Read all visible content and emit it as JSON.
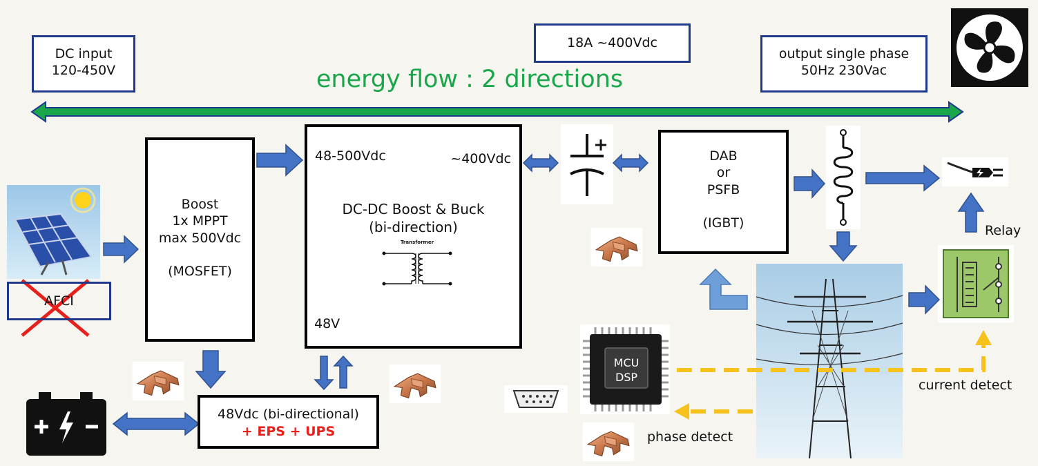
{
  "header": {
    "dc_input": "DC input\n120-450V",
    "bus_rating": "18A  ~400Vdc",
    "output": "output single phase\n50Hz 230Vac",
    "energy_flow": "energy flow : 2 directions"
  },
  "blocks": {
    "afci": "AFCI",
    "boost": "Boost\n1x MPPT\nmax 500Vdc\n\n(MOSFET)",
    "dcdc_in": "48-500Vdc",
    "dcdc_out": "~400Vdc",
    "dcdc_title": "DC-DC Boost & Buck\n(bi-direction)",
    "transformer": "Transformer",
    "dcdc_48v": "48V",
    "battery_bus_line1": "48Vdc (bi-directional)",
    "battery_bus_line2": "+ EPS + UPS",
    "inverter": "DAB\nor\nPSFB\n\n(IGBT)",
    "relay": "Relay",
    "mcu": "MCU\nDSP",
    "current_detect": "current detect",
    "phase_detect": "phase detect"
  },
  "colors": {
    "accent_blue": "#4472c4",
    "flow_green": "#1aa64a",
    "box_border_blue": "#1f3a8a",
    "alert_red": "#e8201c",
    "signal_yellow": "#f7c21b"
  }
}
